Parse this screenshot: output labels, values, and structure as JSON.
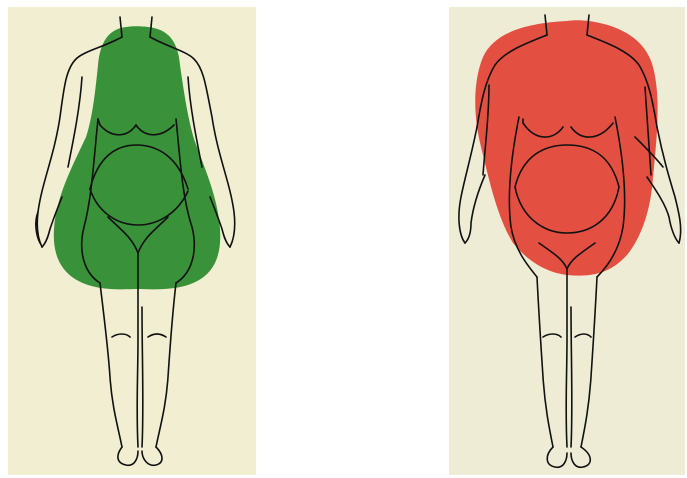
{
  "figures": [
    {
      "id": "pear-shape",
      "fat_distribution": "hips-and-thighs",
      "fill_color": "#2e8b30",
      "panel_color": "#f1eed2"
    },
    {
      "id": "apple-shape",
      "fat_distribution": "abdomen-and-trunk",
      "fill_color": "#e2483a",
      "panel_color": "#efecd6"
    }
  ]
}
